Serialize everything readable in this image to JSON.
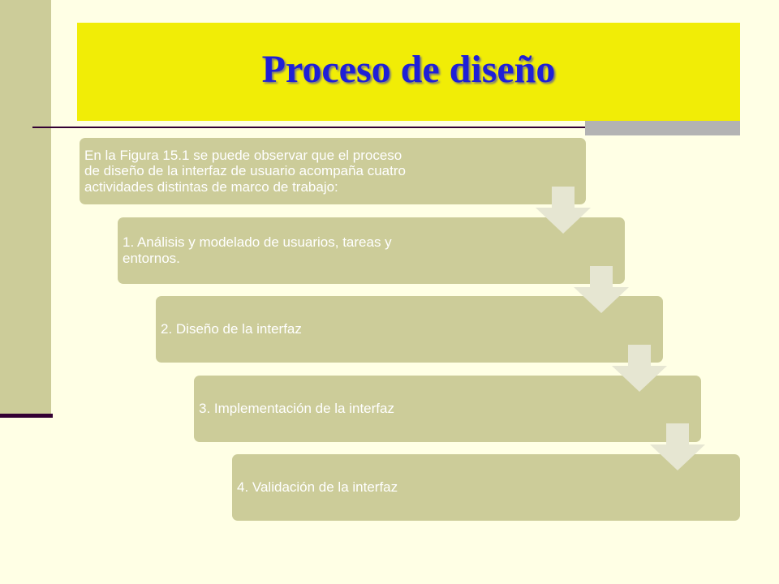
{
  "slide": {
    "title": "Proceso de diseño"
  },
  "intro": {
    "line1": "En la Figura 15.1 se puede observar que el proceso",
    "line2": "de diseño de la interfaz de usuario acompaña cuatro",
    "line3": "actividades distintas de marco de trabajo:"
  },
  "steps": [
    {
      "line1": "1. Análisis y modelado de usuarios, tareas y",
      "line2": "entornos."
    },
    {
      "label": "2. Diseño de la interfaz"
    },
    {
      "label": "3. Implementación de la interfaz"
    },
    {
      "label": "4. Validación de la interfaz"
    }
  ],
  "colors": {
    "background": "#ffffe5",
    "title_band": "#f1ed06",
    "title_text": "#1f1fd6",
    "box_fill": "#cccc99",
    "box_text": "#ffffff",
    "arrow_fill": "#e6e6d2"
  }
}
